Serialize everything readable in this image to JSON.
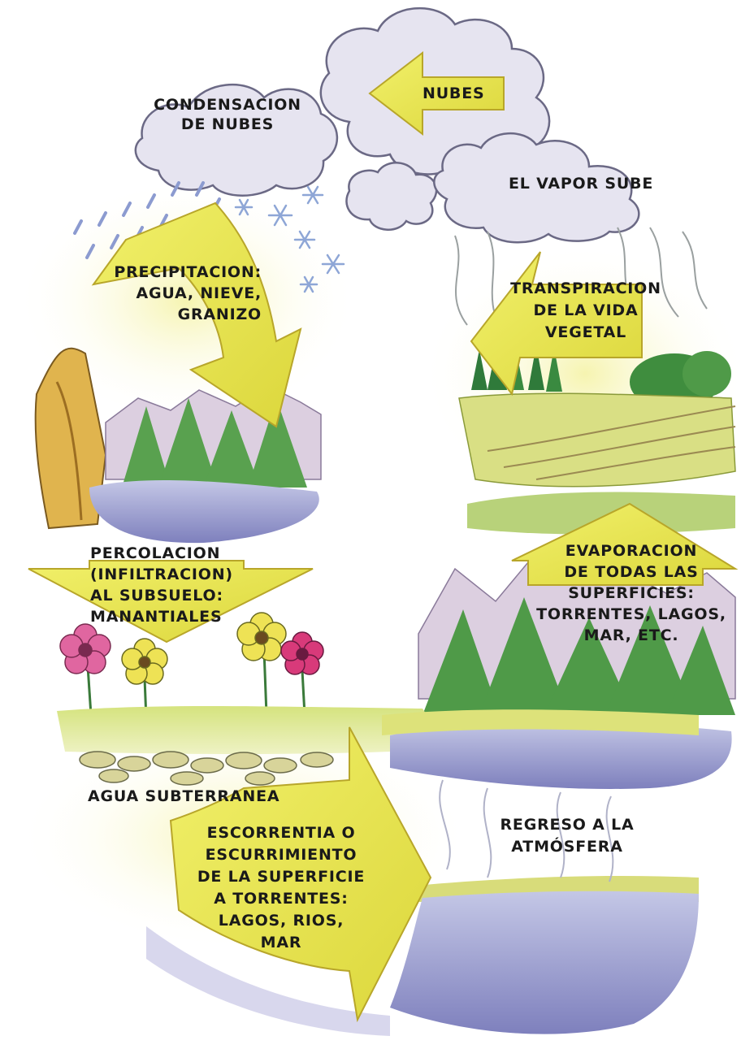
{
  "labels": {
    "nubes": "NUBES",
    "condensacion": [
      "CONDENSACION",
      "DE NUBES"
    ],
    "vapor_sube": "EL VAPOR SUBE",
    "precipitacion": [
      "PRECIPITACION:",
      "AGUA, NIEVE,",
      "GRANIZO"
    ],
    "transpiracion": [
      "TRANSPIRACION",
      "DE LA VIDA",
      "VEGETAL"
    ],
    "percolacion": [
      "PERCOLACION",
      "(INFILTRACION)",
      "AL SUBSUELO:",
      "MANANTIALES"
    ],
    "evaporacion": [
      "EVAPORACION",
      "DE TODAS LAS",
      "SUPERFICIES:",
      "TORRENTES, LAGOS,",
      "MAR, ETC."
    ],
    "agua_subterranea": "AGUA SUBTERRANEA",
    "escorrentia": [
      "ESCORRENTIA O",
      "ESCURRIMIENTO",
      "DE LA SUPERFICIE",
      "A TORRENTES:",
      "LAGOS, RIOS,",
      "MAR"
    ],
    "regreso": [
      "REGRESO A LA",
      "ATMÓSFERA"
    ]
  },
  "colors": {
    "arrow": "#e8e84a",
    "arrow_edge": "#c9b52a",
    "cloud": "#e4e2ef",
    "cloud_edge": "#6c6a86",
    "sky_glow": "#f4f3b8",
    "mountain_snow": "#d9cde0",
    "forest": "#4f9a48",
    "water": "#8c8ec4",
    "grass": "#c6d870"
  }
}
